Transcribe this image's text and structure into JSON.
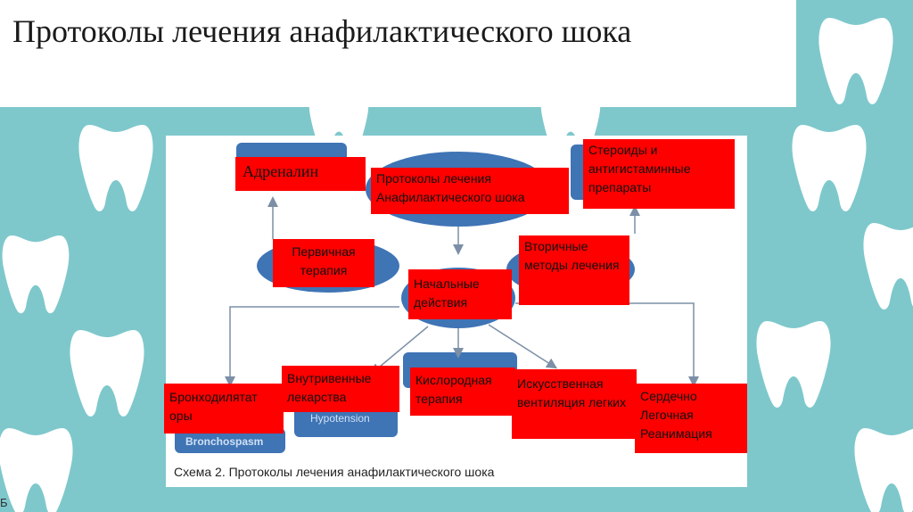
{
  "slide": {
    "title": "Протоколы лечения анафилактического шока",
    "background_color": "#7ec8cc",
    "side_glyph": "Б"
  },
  "diagram": {
    "center_box": "Протоколы лечения Анафилактического шока",
    "adrenaline": "Адреналин",
    "steroids": "Стероиды и антигистаминные препараты",
    "primary_therapy": "Первичная терапия",
    "secondary_methods": "Вторичные методы лечения",
    "initial_actions": "Начальные действия",
    "bronchodilators": "Бронходилятат оры",
    "iv_drugs": "Внутривенные лекарства",
    "oxygen_therapy": "Кислородная терапия",
    "ventilation": "Искусственная вентиляция легких",
    "cpr": "Сердечно Легочная Реанимация",
    "underlying_labels": {
      "hypotension": "Hypotension",
      "bronchospasm": "Bronchospasm"
    },
    "caption": "Схема 2. Протоколы лечения анафилактического шока",
    "colors": {
      "box_red": "#ff0000",
      "shape_blue": "#3f74b5",
      "arrow_gray": "#7c8fa6"
    }
  }
}
